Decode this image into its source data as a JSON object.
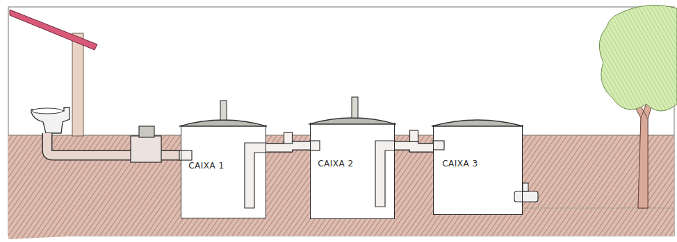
{
  "diagram": {
    "nodes": [
      {
        "text": [
          "CAIXA 1"
        ]
      },
      {
        "text": [
          "CAIXA 2"
        ]
      },
      {
        "text": [
          "CAIXA 3"
        ]
      }
    ],
    "edges": [
      {
        "from": 0,
        "to": 1,
        "arrow": "none"
      },
      {
        "from": 1,
        "to": 2,
        "arrow": "none"
      }
    ]
  }
}
